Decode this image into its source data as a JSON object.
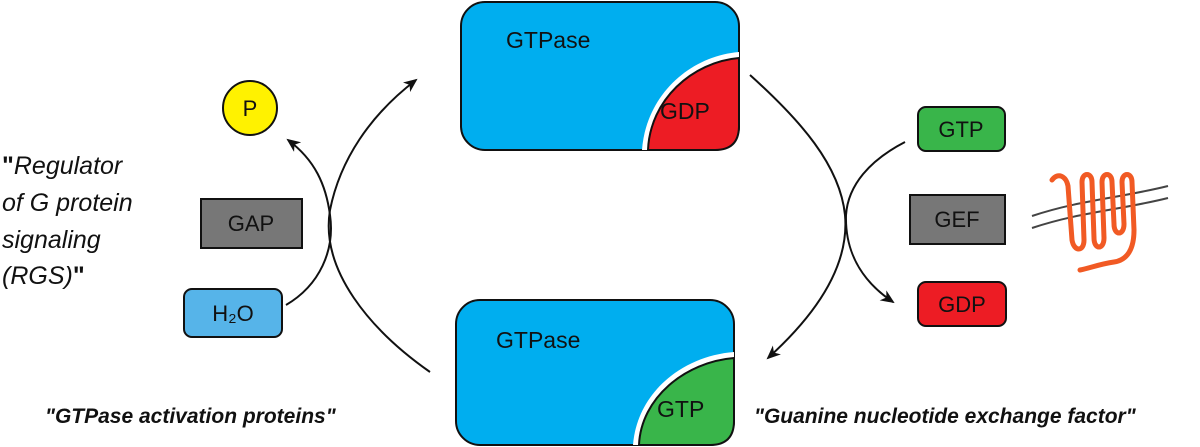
{
  "top_protein": {
    "name": "GTPase",
    "nucleotide": "GDP"
  },
  "bottom_protein": {
    "name": "GTPase",
    "nucleotide": "GTP"
  },
  "left": {
    "phosphate": "P",
    "gap": "GAP",
    "water": "H₂O",
    "rgs_line1_mark": "\"",
    "rgs_line1": "Regulator",
    "rgs_line2": "of G protein",
    "rgs_line3": "signaling",
    "rgs_line4": "(RGS)",
    "rgs_line4_mark": "\"",
    "caption": "\"GTPase activation proteins\""
  },
  "right": {
    "gtp": "GTP",
    "gef": "GEF",
    "gdp": "GDP",
    "caption": "\"Guanine nucleotide exchange factor\""
  },
  "colors": {
    "gtpase": "#00aeef",
    "gdp": "#ed1c24",
    "gtp": "#39b54a",
    "phosphate": "#fff200",
    "gray_box": "#777777",
    "water_box": "#56b4e9",
    "receptor": "#f15a24"
  }
}
